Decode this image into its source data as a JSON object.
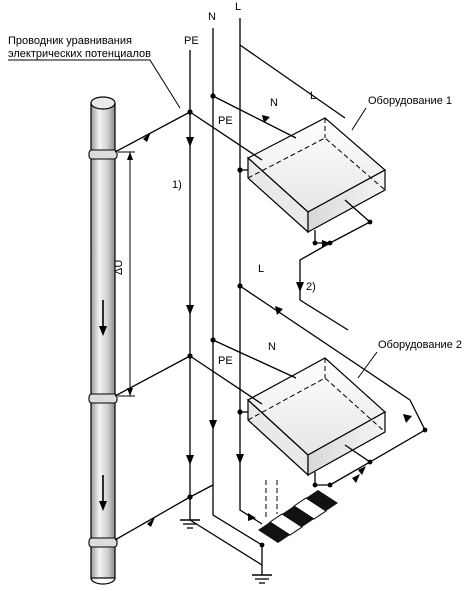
{
  "labels": {
    "conductor_title_line1": "Проводник уравнивания",
    "conductor_title_line2": "электрических потенциалов",
    "pe_top": "PE",
    "n_top": "N",
    "l_top": "L",
    "l_upper": "L",
    "n_upper": "N",
    "pe_upper": "PE",
    "equipment1": "Оборудование 1",
    "equipment2": "Оборудование 2",
    "loop1": "1)",
    "loop2": "2)",
    "delta_u": "ΔU",
    "l_lower": "L",
    "n_lower": "N",
    "pe_lower": "PE"
  }
}
